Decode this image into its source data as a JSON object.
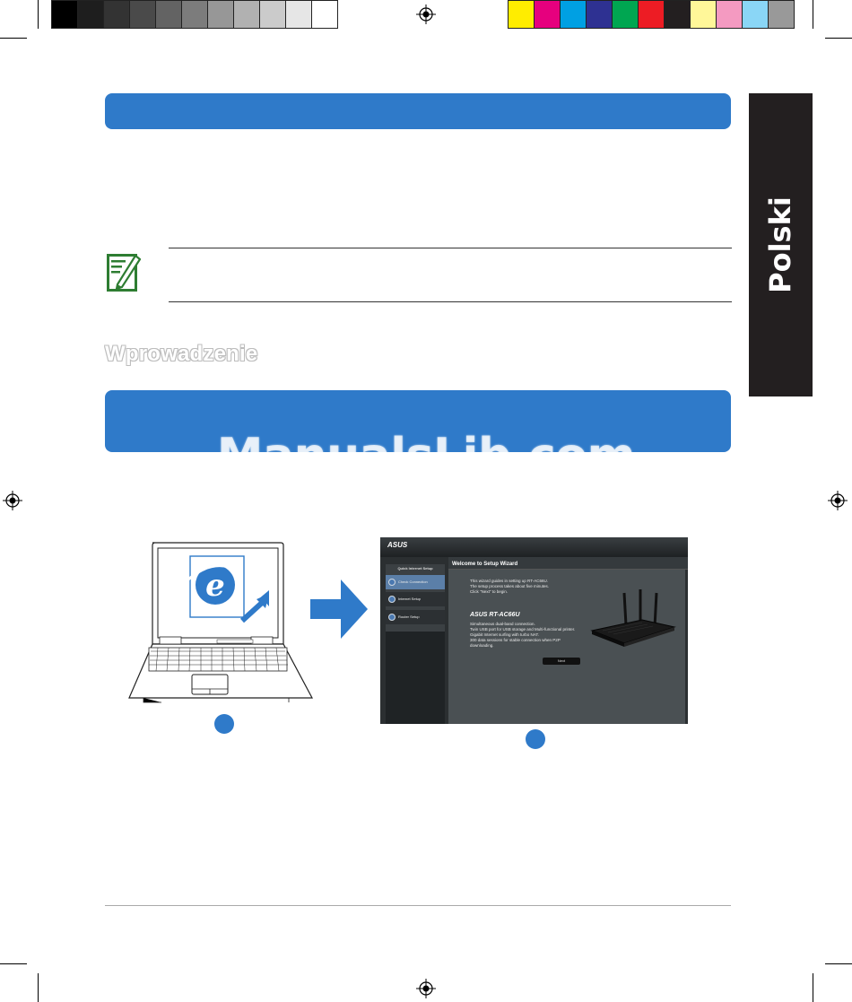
{
  "colors": {
    "accent_blue": "#2f7ac9",
    "side_tab_bg": "#231f20",
    "note_green": "#2e7d32"
  },
  "grayscale_swatches": [
    "#000000",
    "#1e1e1e",
    "#333333",
    "#4a4a4a",
    "#636363",
    "#7c7c7c",
    "#979797",
    "#b1b1b1",
    "#cbcbcb",
    "#e6e6e6",
    "#ffffff"
  ],
  "color_swatches": [
    "#ffed00",
    "#e6007e",
    "#00a0e3",
    "#2e3192",
    "#00a651",
    "#ed1c24",
    "#231f20",
    "#fff799",
    "#f49ac1",
    "#8ad6f6",
    "#999999"
  ],
  "icons": {
    "registration_mark": "registration-mark-icon",
    "note": "note-pencil-icon",
    "arrow": "blue-right-arrow-icon",
    "laptop": "laptop-ie-icon"
  },
  "side_tab": {
    "label": "Polski"
  },
  "section": {
    "heading": "Wprowadzenie"
  },
  "watermark": {
    "text": "ManualsLib.com"
  },
  "wizard": {
    "logo": "ASUS",
    "title": "Welcome to Setup Wizard",
    "side_header": "Quick Internet Setup",
    "side_items": [
      "Check Connection",
      "Internet Setup",
      "Router Setup"
    ],
    "intro_lines": [
      "This wizard guides in setting up  RT-AC66U.",
      "The setup process takes about five minutes.",
      "Click \"Next\" to begin."
    ],
    "product_name": "ASUS RT-AC66U",
    "feature_lines": [
      "Simultaneous dual-band connection.",
      "Twin USB port for USB storage and Multi-functional printer.",
      "Gigabit Internet surfing with turbo NAT.",
      "300 data sessions for stable connection when P2P",
      "downloading."
    ],
    "next_label": "Next"
  }
}
